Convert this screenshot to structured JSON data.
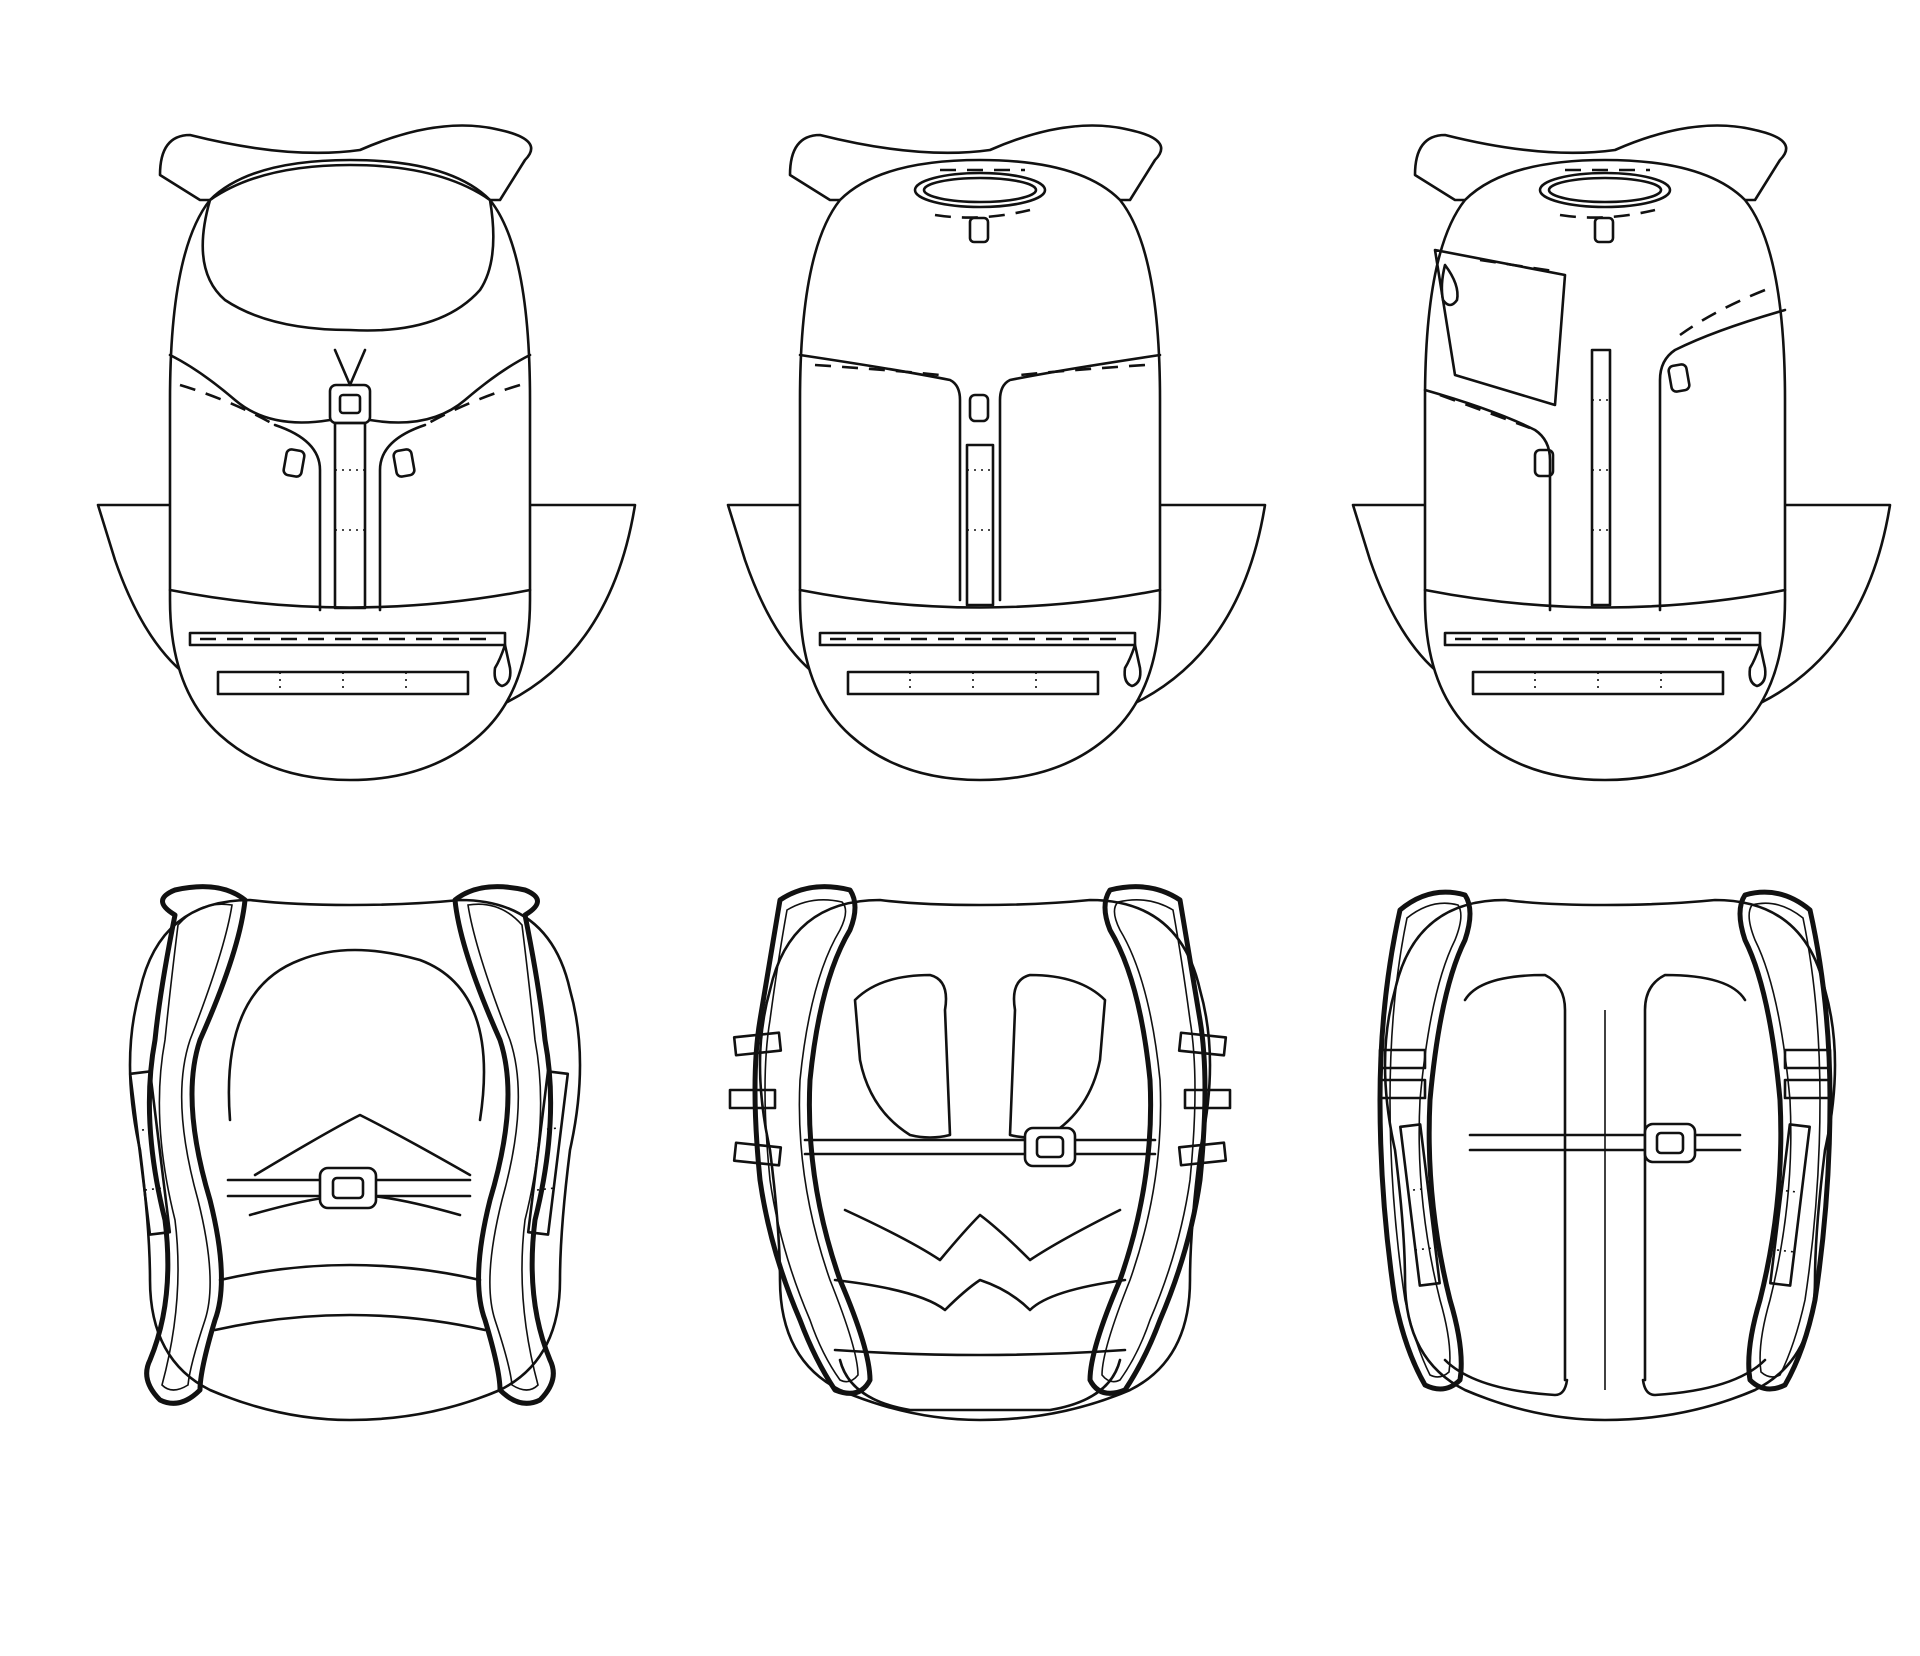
{
  "figure": {
    "views": [
      {
        "id": "front-top-loader",
        "row": "front",
        "variant": 1
      },
      {
        "id": "front-drawstring",
        "row": "front",
        "variant": 2
      },
      {
        "id": "front-drawstring-pocket",
        "row": "front",
        "variant": 3
      },
      {
        "id": "back-harness-v1",
        "row": "back",
        "variant": 1
      },
      {
        "id": "back-harness-v2",
        "row": "back",
        "variant": 2
      },
      {
        "id": "back-harness-v3",
        "row": "back",
        "variant": 3
      }
    ],
    "line_color": "#111111",
    "background_color": "#ffffff"
  }
}
